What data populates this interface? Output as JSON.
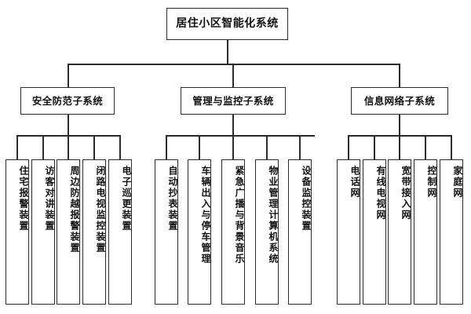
{
  "diagram": {
    "title": "居住小区智能化系统",
    "root": {
      "label": "居住小区智能化系统"
    },
    "branches": [
      {
        "label": "安全防范子系统",
        "leaves": [
          {
            "label": "住宅报警装置"
          },
          {
            "label": "访客对讲装置"
          },
          {
            "label": "周边防越报警装置"
          },
          {
            "label": "闭路电视监控装置"
          },
          {
            "label": "电子巡更装置"
          }
        ]
      },
      {
        "label": "管理与监控子系统",
        "leaves": [
          {
            "label": "自动抄表装置"
          },
          {
            "label": "车辆出入与停车管理"
          },
          {
            "label": "紧急广播与背景音乐"
          },
          {
            "label": "物业管理计算机系统"
          },
          {
            "label": "设备监控装置"
          }
        ]
      },
      {
        "label": "信息网络子系统",
        "leaves": [
          {
            "label": "电话网"
          },
          {
            "label": "有线电视网"
          },
          {
            "label": "宽带接入网"
          },
          {
            "label": "控制网"
          },
          {
            "label": "家庭网"
          }
        ]
      }
    ],
    "colors": {
      "background": "#ffffff",
      "border": "#2b2b2b",
      "text": "#111111",
      "connector": "#2b2b2b"
    }
  }
}
